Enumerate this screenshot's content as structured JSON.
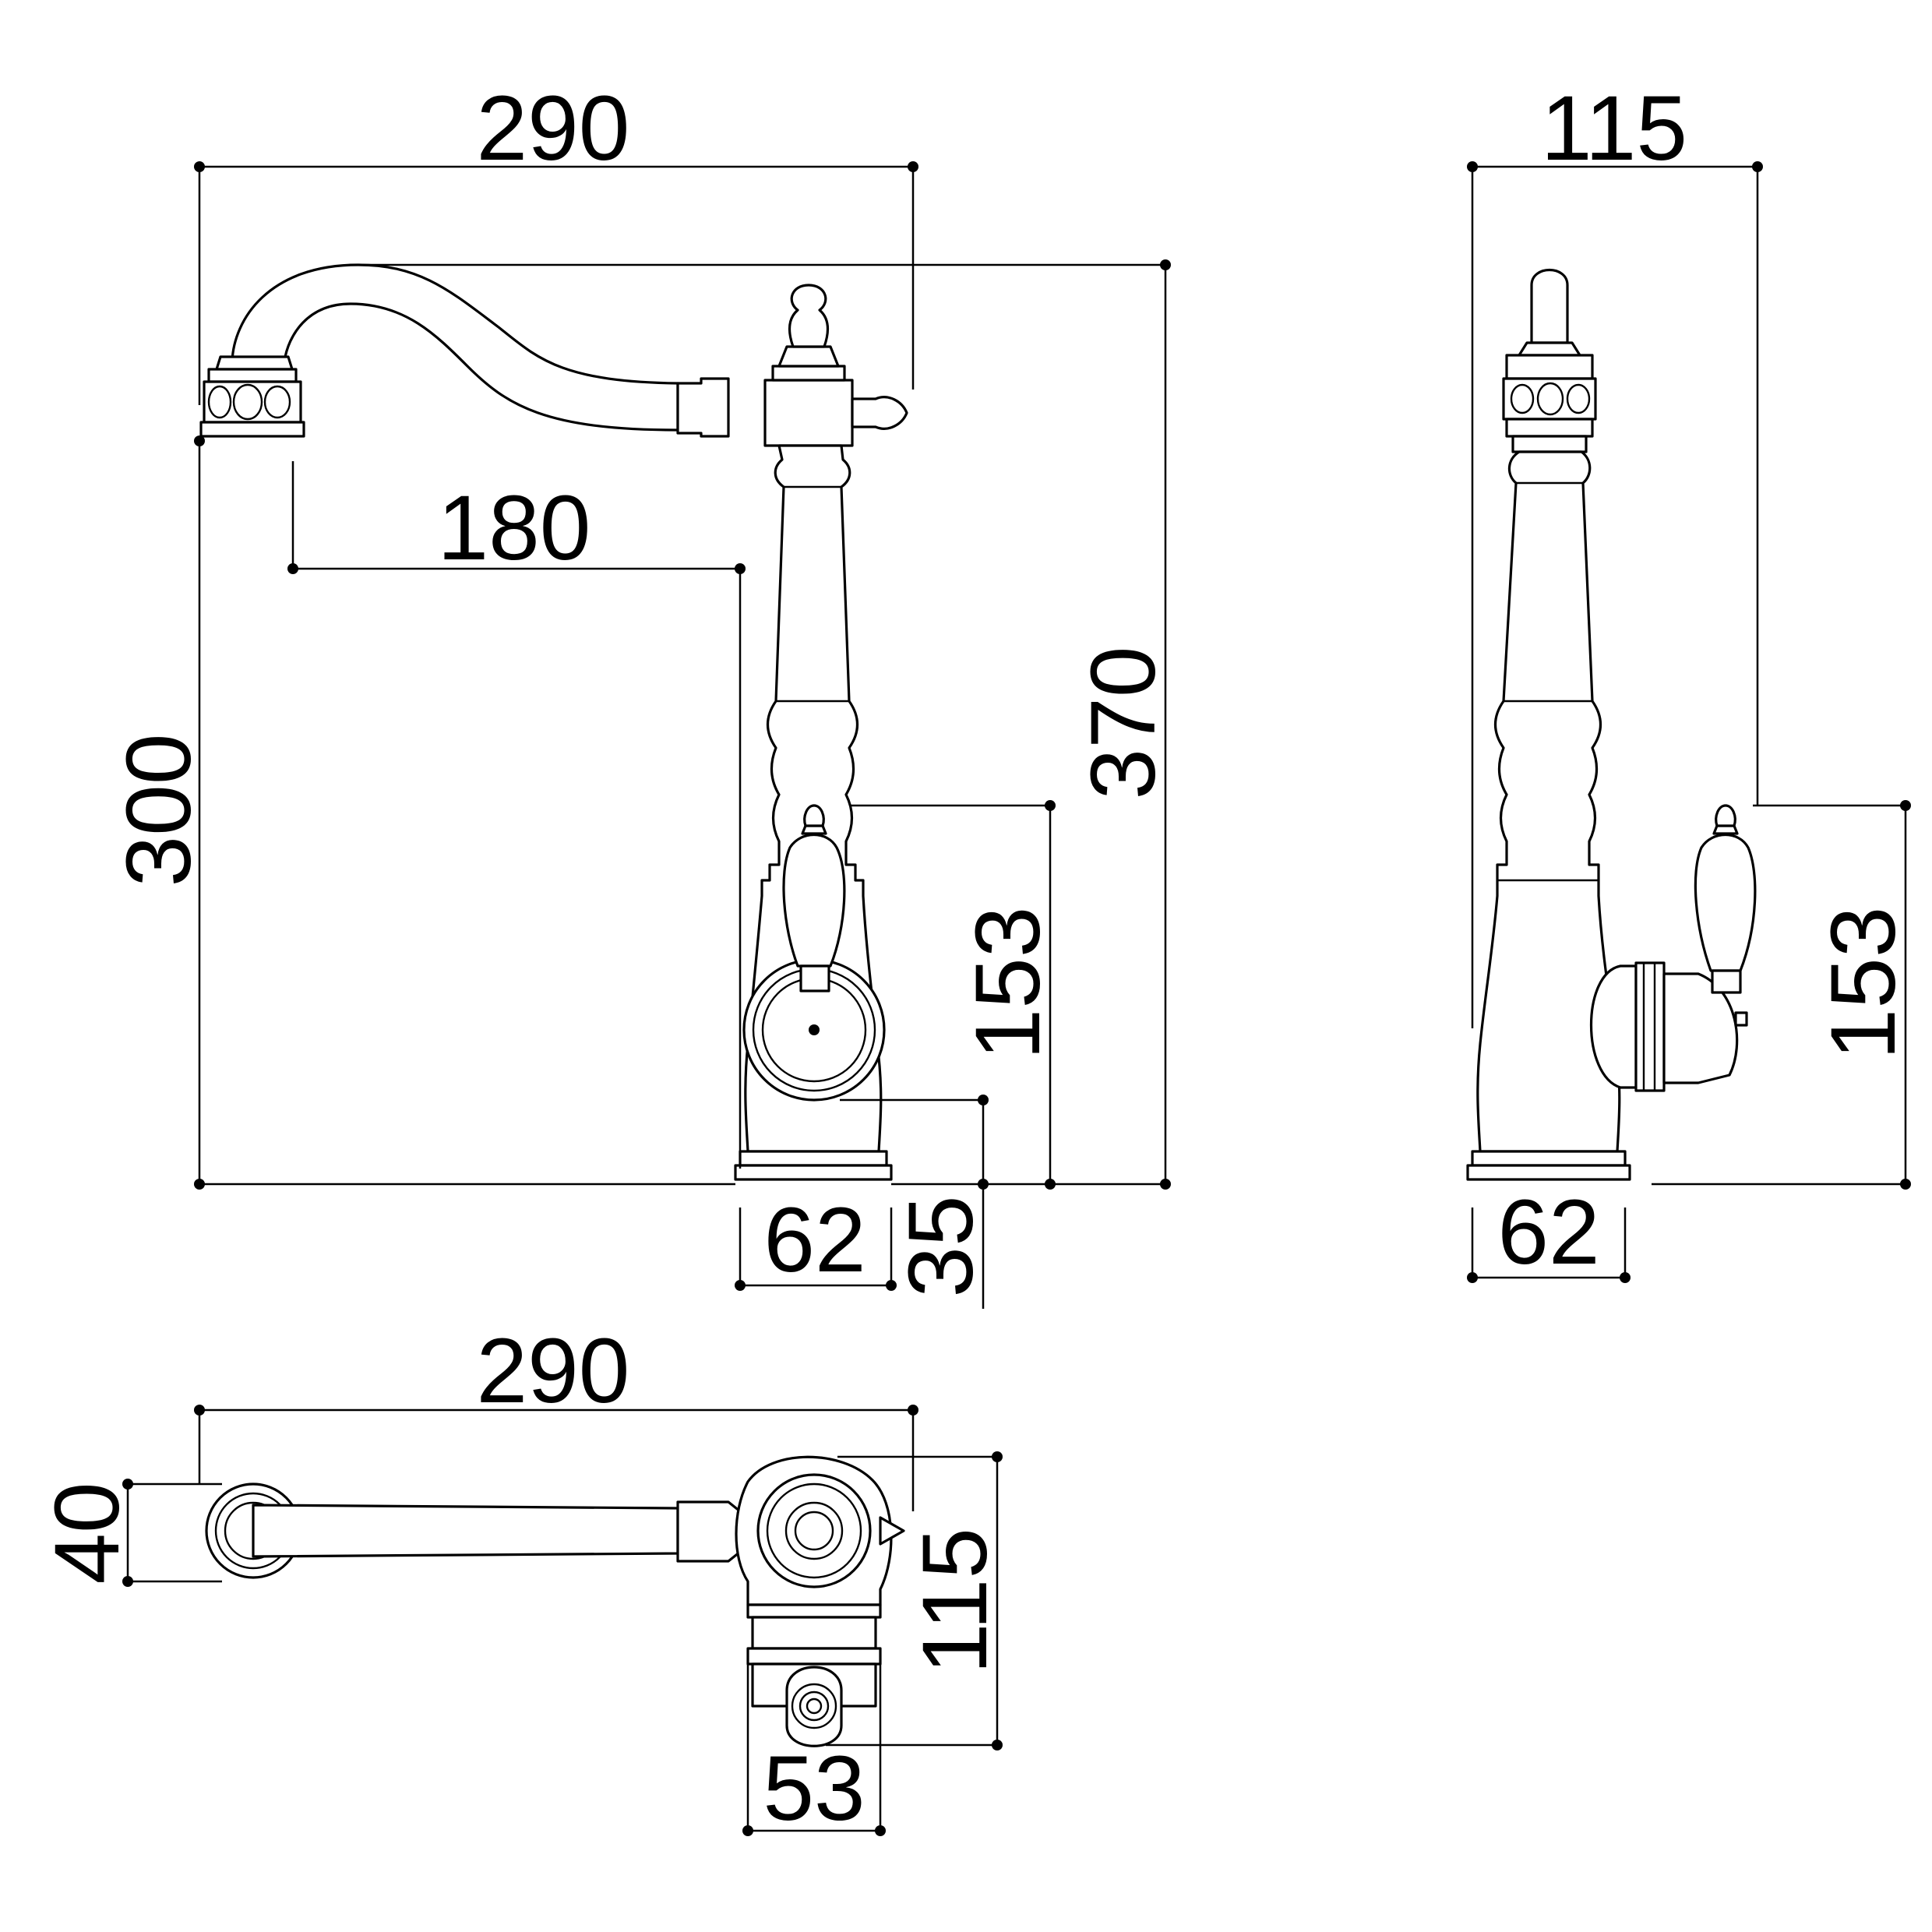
{
  "dimensions": {
    "front_width": "290",
    "front_reach": "180",
    "front_height": "300",
    "front_total_height": "370",
    "front_lever_height": "153",
    "front_base_width": "62",
    "front_base_height": "35",
    "side_width": "115",
    "side_lever_height": "153",
    "side_base_width": "62",
    "top_width": "290",
    "top_aerator": "40",
    "top_depth": "115",
    "top_base": "53"
  },
  "colors": {
    "line": "#000000",
    "background": "#ffffff"
  }
}
